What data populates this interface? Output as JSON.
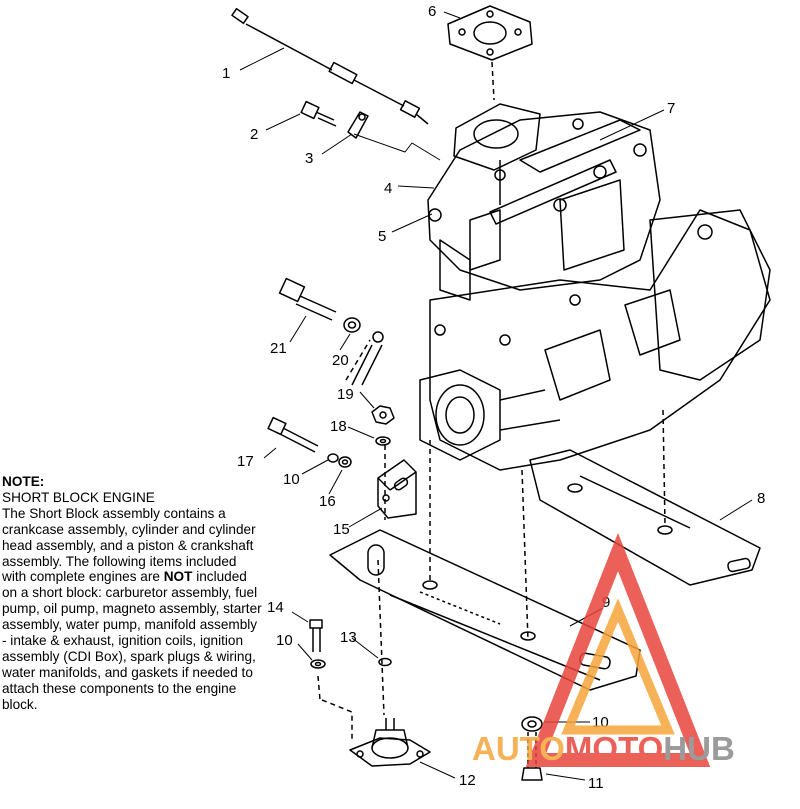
{
  "callouts": {
    "c1": "1",
    "c2": "2",
    "c3": "3",
    "c4": "4",
    "c5": "5",
    "c6": "6",
    "c7": "7",
    "c8": "8",
    "c9": "9",
    "c10a": "10",
    "c10b": "10",
    "c10c": "10",
    "c11": "11",
    "c12": "12",
    "c13": "13",
    "c14": "14",
    "c15": "15",
    "c16": "16",
    "c17": "17",
    "c18": "18",
    "c19": "19",
    "c20": "20",
    "c21": "21"
  },
  "note": {
    "heading": "NOTE:",
    "subheading": "SHORT BLOCK ENGINE",
    "text_before": "The Short Block assembly contains a crankcase assembly, cylinder and cylinder head assembly, and a piston & crankshaft assembly.  The following items included with complete engines are ",
    "emphasis": "NOT",
    "text_after": " included on a short block:  carburetor assembly, fuel pump, oil pump, magneto assembly, starter assembly, water pump, manifold assembly - intake & exhaust, ignition coils, ignition assembly (CDI Box), spark plugs & wiring, water manifolds, and gaskets if needed to attach these components to the engine block."
  },
  "watermark": {
    "part1": "AUTO",
    "part2": "MOTO",
    "part3": "HUB",
    "colors": {
      "orange": "#f6a43a",
      "red": "#e8453c",
      "grey": "#8a8a8a"
    }
  }
}
